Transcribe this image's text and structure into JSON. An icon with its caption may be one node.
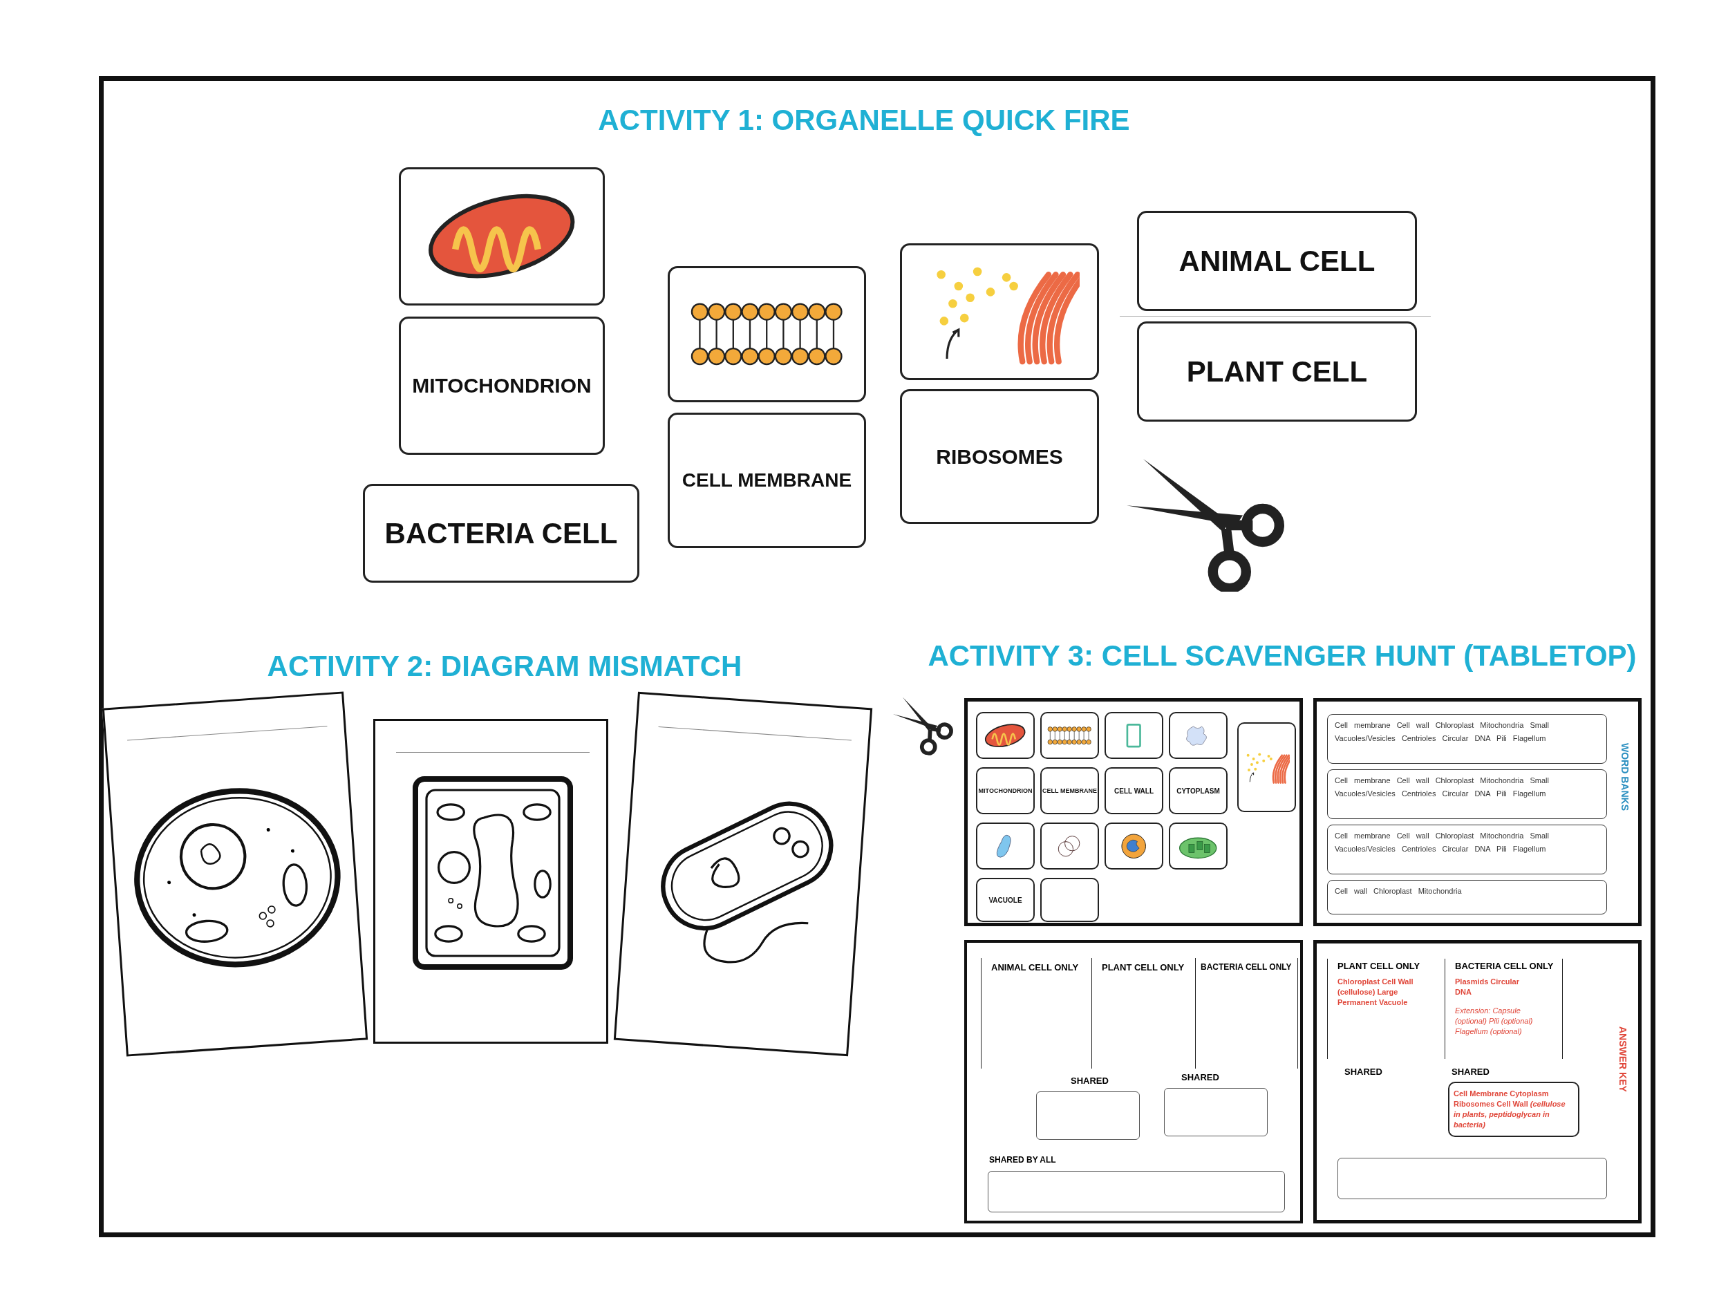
{
  "diagram": {
    "nodes": [
      {
        "text": [],
        "shape": "picture"
      },
      {
        "text": [
          "MITOCHONDRION"
        ]
      },
      {
        "text": [
          "BACTERIA CELL"
        ]
      },
      {
        "text": [],
        "shape": "picture"
      },
      {
        "text": [
          "CELL MEMBRANE"
        ]
      },
      {
        "text": [],
        "shape": "picture"
      },
      {
        "text": [
          "RIBOSOMES"
        ]
      },
      {
        "text": [
          "ANIMAL CELL"
        ]
      },
      {
        "text": [
          "PLANT CELL"
        ]
      },
      {
        "text": [],
        "shape": "picture"
      },
      {
        "text": [],
        "shape": "picture"
      },
      {
        "text": [],
        "shape": "picture"
      },
      {
        "text": [],
        "shape": "box"
      },
      {
        "text": [],
        "shape": "picture",
        "in": 12
      },
      {
        "text": [],
        "shape": "picture",
        "in": 12
      },
      {
        "text": [],
        "shape": "picture",
        "in": 12
      },
      {
        "text": [],
        "shape": "picture",
        "in": 12
      },
      {
        "text": [],
        "shape": "picture",
        "in": 12
      },
      {
        "text": [
          "MITOCHONDRION"
        ],
        "in": 12
      },
      {
        "text": [
          "CELL MEMBRANE"
        ],
        "in": 12
      },
      {
        "text": [
          "CELL WALL"
        ],
        "in": 12
      },
      {
        "text": [
          "CYTOPLASM"
        ],
        "in": 12
      },
      {
        "text": [],
        "shape": "picture",
        "in": 12
      },
      {
        "text": [],
        "shape": "picture",
        "in": 12
      },
      {
        "text": [],
        "shape": "picture",
        "in": 12
      },
      {
        "text": [],
        "shape": "picture",
        "in": 12
      },
      {
        "text": [
          "VACUOLE"
        ],
        "in": 12
      },
      {
        "text": [],
        "shape": "box",
        "in": 12
      },
      {
        "text": [
          "WORD BANKS"
        ]
      },
      {
        "text": [
          "Cell membrane Cell wall Chloroplast Mitochondria Small Vacuoles/Vesicles Centrioles Circular DNA Pili Flagellum"
        ],
        "in": 28
      },
      {
        "text": [
          "Cell membrane Cell wall Chloroplast Mitochondria Small Vacuoles/Vesicles Centrioles Circular DNA Pili Flagellum"
        ],
        "in": 28
      },
      {
        "text": [
          "Cell membrane Cell wall Chloroplast Mitochondria Small Vacuoles/Vesicles Centrioles Circular DNA Pili Flagellum"
        ],
        "in": 28
      },
      {
        "text": [
          "Cell wall Chloroplast Mitochondria"
        ],
        "in": 28
      },
      {
        "text": [
          "ANIMAL CELL ONLY",
          "PLANT CELL ONLY",
          "BACTERIA CELL ONLY",
          "SHARED",
          "SHARED",
          "SHARED BY ALL"
        ]
      },
      {
        "text": [],
        "shape": "box",
        "in": 33
      },
      {
        "text": [],
        "shape": "box",
        "in": 33
      },
      {
        "text": [],
        "shape": "box",
        "in": 33
      },
      {
        "text": [
          "PLANT CELL ONLY",
          "Chloroplast Cell Wall (cellulose) Large Permanent Vacuole",
          "BACTERIA CELL ONLY",
          "Plasmids Circular DNA",
          "Extension: Capsule (optional) Pili (optional) Flagellum (optional)",
          "SHARED",
          "SHARED",
          "ANSWER KEY"
        ]
      },
      {
        "text": [
          "Cell Membrane Cytoplasm Ribosomes Cell Wall *(cellulose in plants, peptidoglycan in bacteria)*"
        ],
        "in": 37
      },
      {
        "text": [],
        "shape": "box",
        "in": 37
      }
    ],
    "labels": [
      "ACTIVITY 1: ORGANELLE QUICK FIRE",
      "ACTIVITY 2: DIAGRAM MISMATCH",
      "ACTIVITY 3: CELL SCAVENGER HUNT (TABLETOP)"
    ]
  }
}
